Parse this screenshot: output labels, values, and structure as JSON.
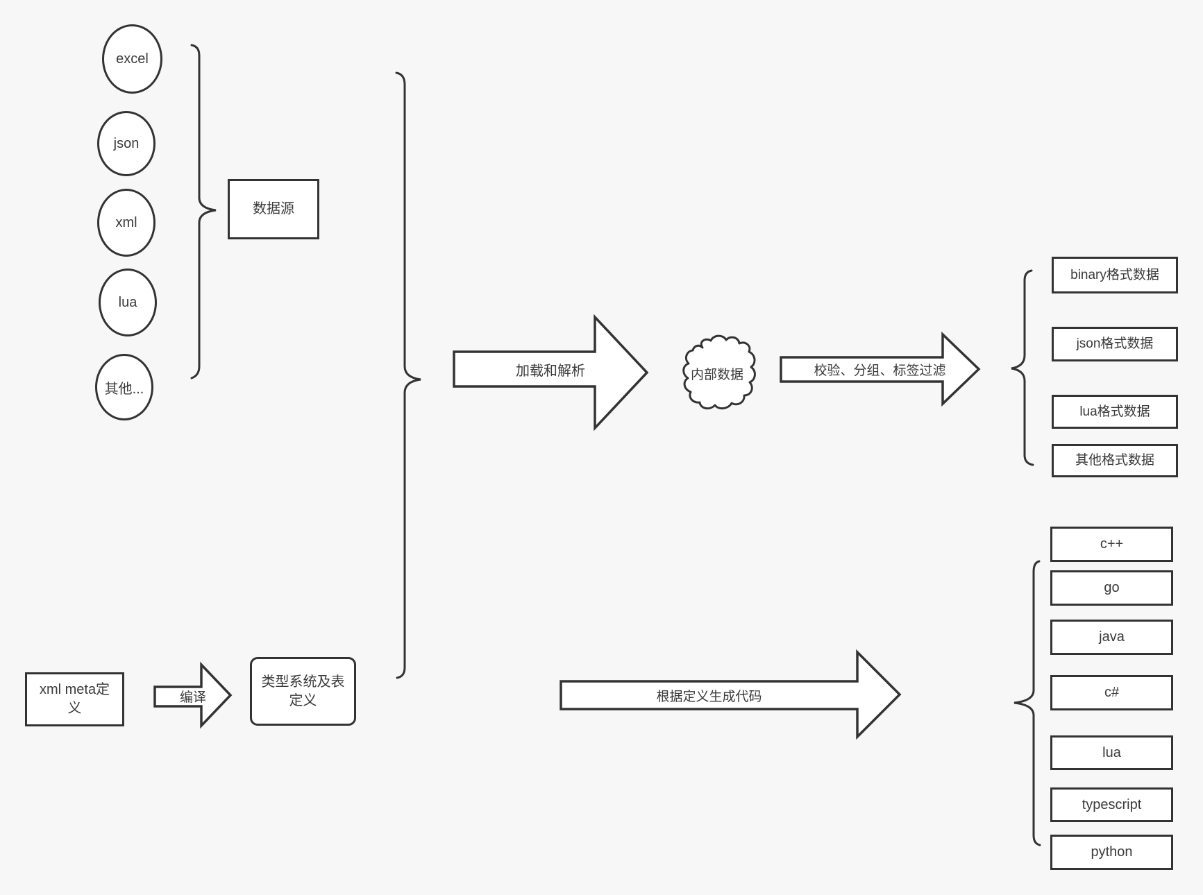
{
  "sources": {
    "items": [
      "excel",
      "json",
      "xml",
      "lua",
      "其他..."
    ],
    "group_label": "数据源"
  },
  "definitions": {
    "xml_meta_label": "xml meta定义",
    "compile_arrow_label": "编译",
    "type_system_label": "类型系统及表定义"
  },
  "pipeline": {
    "load_parse_arrow_label": "加载和解析",
    "internal_data_label": "内部数据",
    "filter_arrow_label": "校验、分组、标签过滤",
    "generate_code_arrow_label": "根据定义生成代码"
  },
  "formats": [
    "binary格式数据",
    "json格式数据",
    "lua格式数据",
    "其他格式数据"
  ],
  "languages": [
    "c++",
    "go",
    "java",
    "c#",
    "lua",
    "typescript",
    "python"
  ],
  "colors": {
    "background": "#f7f7f7",
    "stroke": "#333333",
    "shape_fill": "#ffffff",
    "text": "#3a3a3a"
  }
}
